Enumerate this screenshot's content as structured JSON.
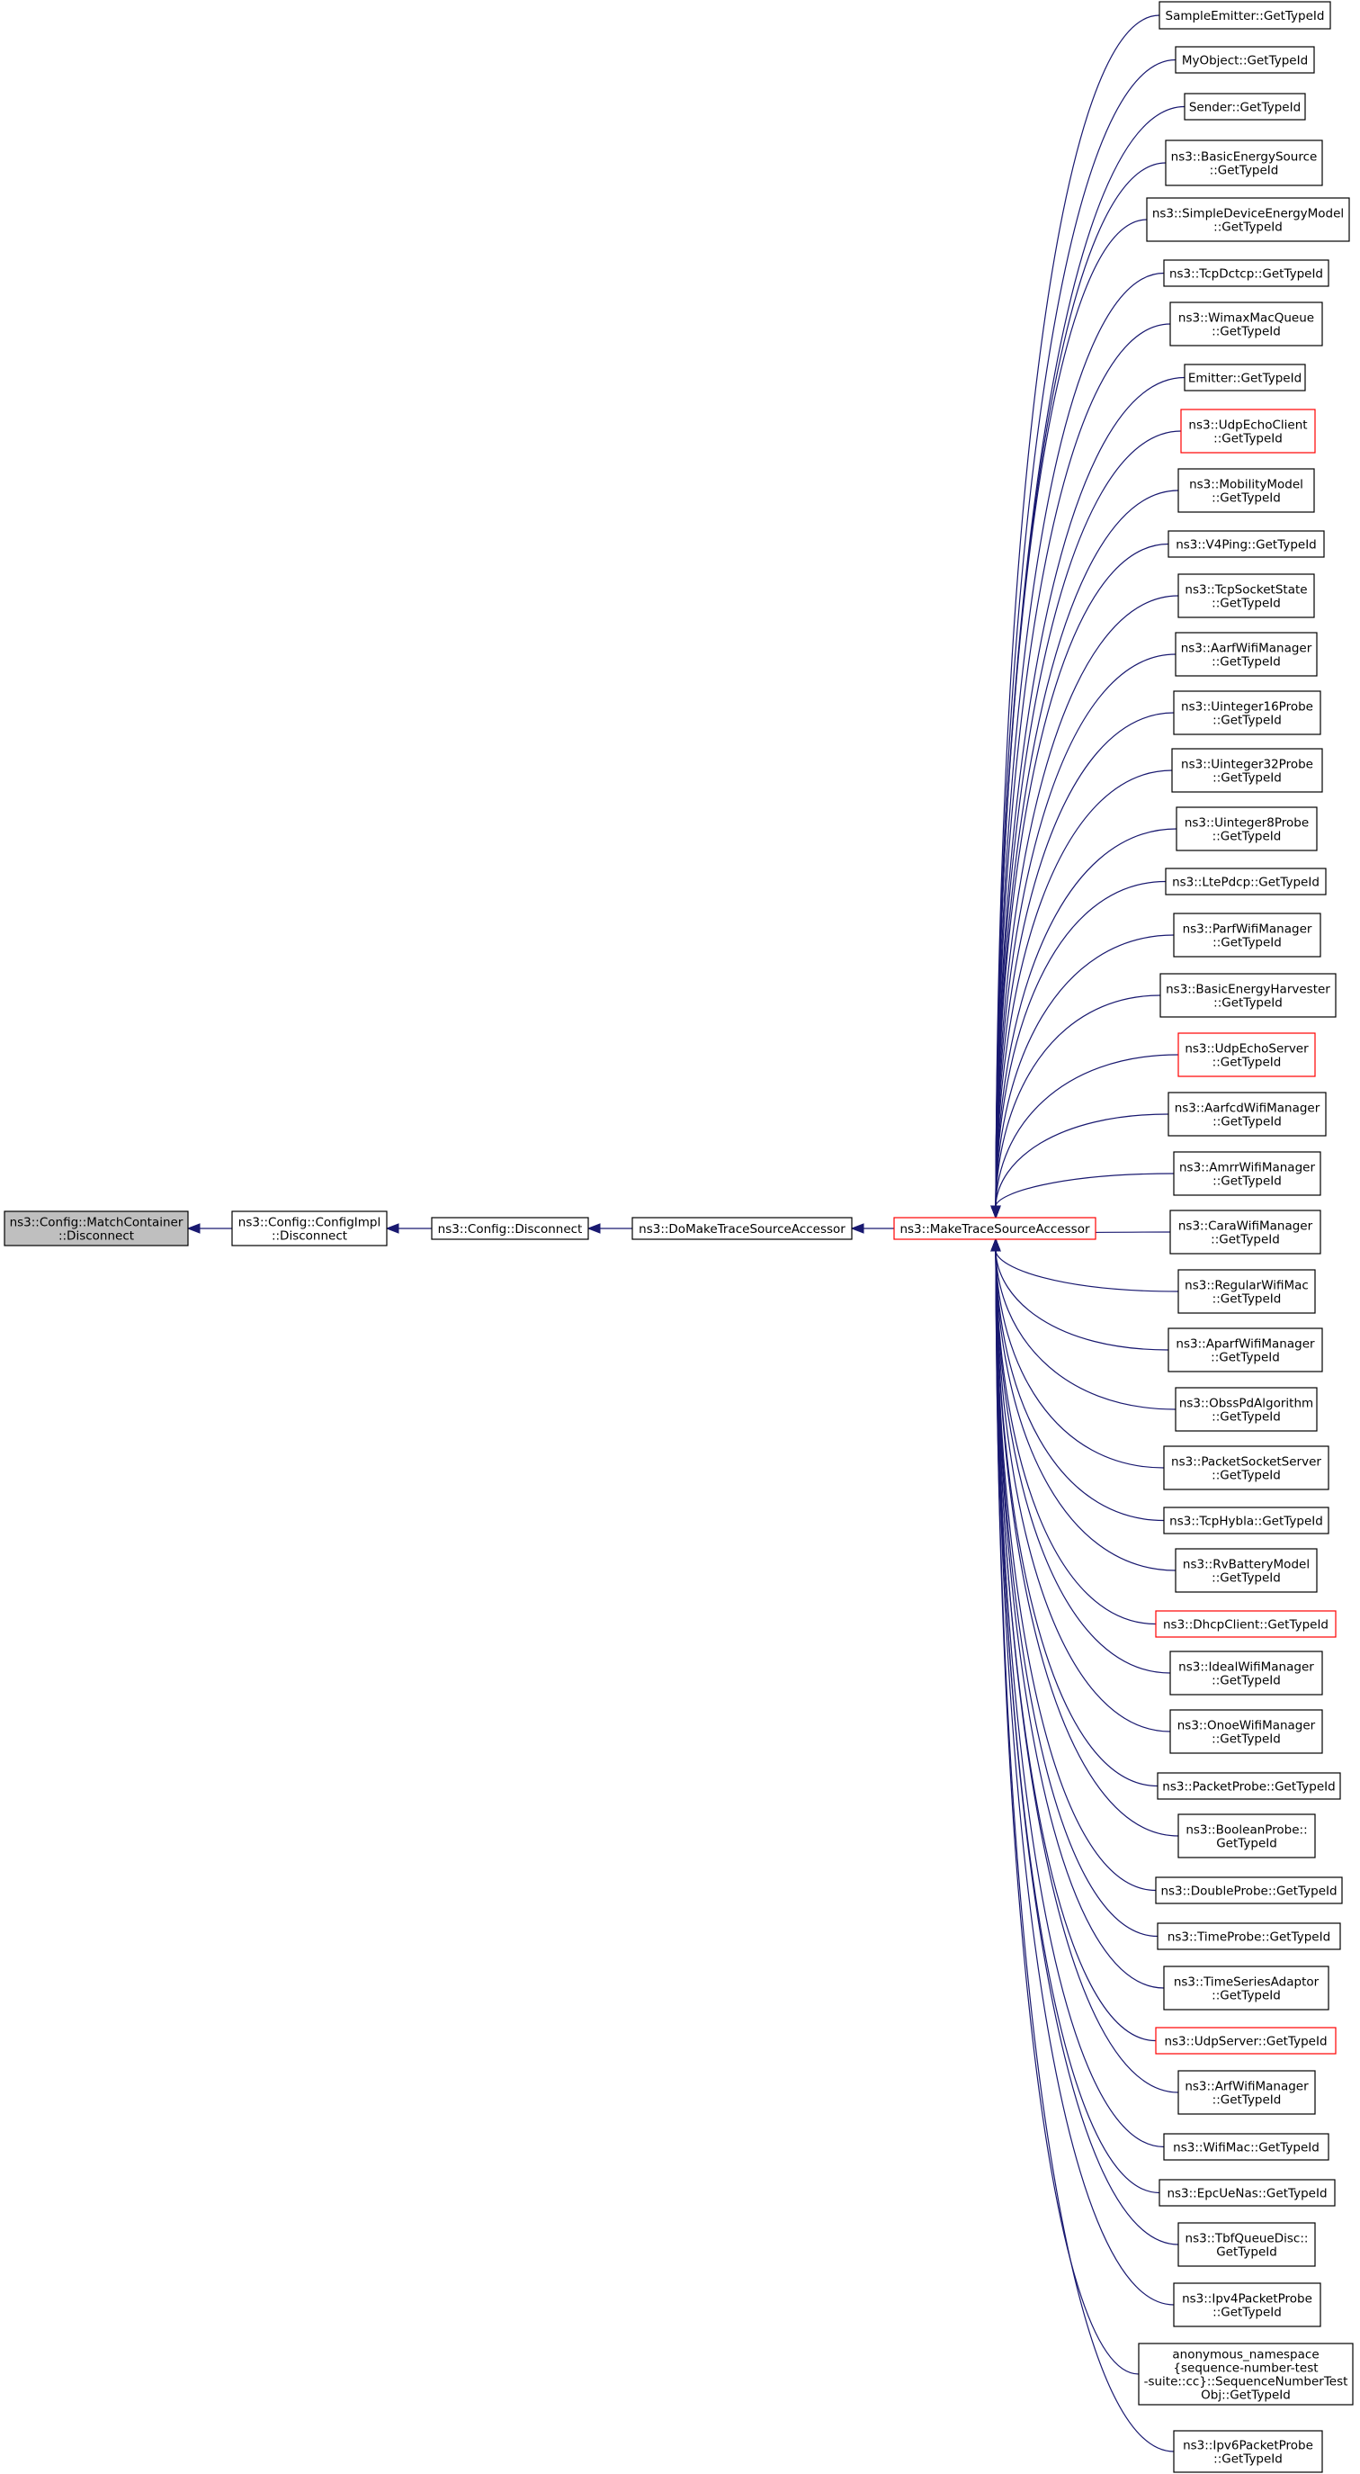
{
  "nodes": [
    {
      "id": "match",
      "lines": [
        "ns3::Config::MatchContainer",
        "::Disconnect"
      ],
      "highlight": true
    },
    {
      "id": "impl",
      "lines": [
        "ns3::Config::ConfigImpl",
        "::Disconnect"
      ]
    },
    {
      "id": "cfgdis",
      "lines": [
        "ns3::Config::Disconnect"
      ]
    },
    {
      "id": "domake",
      "lines": [
        "ns3::DoMakeTraceSourceAccessor"
      ]
    },
    {
      "id": "make",
      "lines": [
        "ns3::MakeTraceSourceAccessor"
      ],
      "red": true
    }
  ],
  "callers": [
    {
      "lines": [
        "SampleEmitter::GetTypeId"
      ]
    },
    {
      "lines": [
        "MyObject::GetTypeId"
      ]
    },
    {
      "lines": [
        "Sender::GetTypeId"
      ]
    },
    {
      "lines": [
        "ns3::BasicEnergySource",
        "::GetTypeId"
      ]
    },
    {
      "lines": [
        "ns3::SimpleDeviceEnergyModel",
        "::GetTypeId"
      ]
    },
    {
      "lines": [
        "ns3::TcpDctcp::GetTypeId"
      ]
    },
    {
      "lines": [
        "ns3::WimaxMacQueue",
        "::GetTypeId"
      ]
    },
    {
      "lines": [
        "Emitter::GetTypeId"
      ]
    },
    {
      "lines": [
        "ns3::UdpEchoClient",
        "::GetTypeId"
      ],
      "red": true
    },
    {
      "lines": [
        "ns3::MobilityModel",
        "::GetTypeId"
      ]
    },
    {
      "lines": [
        "ns3::V4Ping::GetTypeId"
      ]
    },
    {
      "lines": [
        "ns3::TcpSocketState",
        "::GetTypeId"
      ]
    },
    {
      "lines": [
        "ns3::AarfWifiManager",
        "::GetTypeId"
      ]
    },
    {
      "lines": [
        "ns3::Uinteger16Probe",
        "::GetTypeId"
      ]
    },
    {
      "lines": [
        "ns3::Uinteger32Probe",
        "::GetTypeId"
      ]
    },
    {
      "lines": [
        "ns3::Uinteger8Probe",
        "::GetTypeId"
      ]
    },
    {
      "lines": [
        "ns3::LtePdcp::GetTypeId"
      ]
    },
    {
      "lines": [
        "ns3::ParfWifiManager",
        "::GetTypeId"
      ]
    },
    {
      "lines": [
        "ns3::BasicEnergyHarvester",
        "::GetTypeId"
      ]
    },
    {
      "lines": [
        "ns3::UdpEchoServer",
        "::GetTypeId"
      ],
      "red": true
    },
    {
      "lines": [
        "ns3::AarfcdWifiManager",
        "::GetTypeId"
      ]
    },
    {
      "lines": [
        "ns3::AmrrWifiManager",
        "::GetTypeId"
      ]
    },
    {
      "lines": [
        "ns3::CaraWifiManager",
        "::GetTypeId"
      ]
    },
    {
      "lines": [
        "ns3::RegularWifiMac",
        "::GetTypeId"
      ]
    },
    {
      "lines": [
        "ns3::AparfWifiManager",
        "::GetTypeId"
      ]
    },
    {
      "lines": [
        "ns3::ObssPdAlgorithm",
        "::GetTypeId"
      ]
    },
    {
      "lines": [
        "ns3::PacketSocketServer",
        "::GetTypeId"
      ]
    },
    {
      "lines": [
        "ns3::TcpHybla::GetTypeId"
      ]
    },
    {
      "lines": [
        "ns3::RvBatteryModel",
        "::GetTypeId"
      ]
    },
    {
      "lines": [
        "ns3::DhcpClient::GetTypeId"
      ],
      "red": true
    },
    {
      "lines": [
        "ns3::IdealWifiManager",
        "::GetTypeId"
      ]
    },
    {
      "lines": [
        "ns3::OnoeWifiManager",
        "::GetTypeId"
      ]
    },
    {
      "lines": [
        "ns3::PacketProbe::GetTypeId"
      ]
    },
    {
      "lines": [
        "ns3::BooleanProbe::",
        "GetTypeId"
      ]
    },
    {
      "lines": [
        "ns3::DoubleProbe::GetTypeId"
      ]
    },
    {
      "lines": [
        "ns3::TimeProbe::GetTypeId"
      ]
    },
    {
      "lines": [
        "ns3::TimeSeriesAdaptor",
        "::GetTypeId"
      ]
    },
    {
      "lines": [
        "ns3::UdpServer::GetTypeId"
      ],
      "red": true
    },
    {
      "lines": [
        "ns3::ArfWifiManager",
        "::GetTypeId"
      ]
    },
    {
      "lines": [
        "ns3::WifiMac::GetTypeId"
      ]
    },
    {
      "lines": [
        "ns3::EpcUeNas::GetTypeId"
      ]
    },
    {
      "lines": [
        "ns3::TbfQueueDisc::",
        "GetTypeId"
      ]
    },
    {
      "lines": [
        "ns3::Ipv4PacketProbe",
        "::GetTypeId"
      ]
    },
    {
      "lines": [
        "anonymous_namespace",
        "{sequence-number-test",
        "-suite::cc}::SequenceNumberTest",
        "Obj::GetTypeId"
      ]
    },
    {
      "lines": [
        "ns3::Ipv6PacketProbe",
        "::GetTypeId"
      ]
    }
  ],
  "colors": {
    "edge": "#191970",
    "highlight_fill": "#bfbfbf",
    "red_border": "#ff0000",
    "border": "#000000"
  }
}
